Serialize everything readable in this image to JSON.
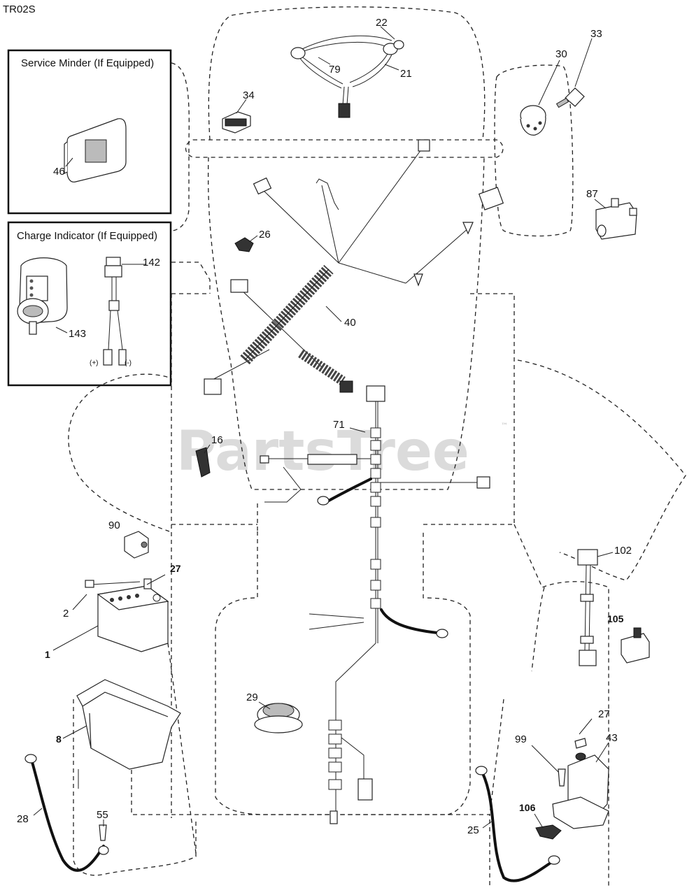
{
  "diagram_code": "TR02S",
  "insets": {
    "service_minder": {
      "title": "Service Minder (If Equipped)"
    },
    "charge_indicator": {
      "title": "Charge Indicator (If Equipped)",
      "pos_label": "(+)",
      "neg_label": "(-)"
    }
  },
  "watermark": {
    "text": "PartsTree",
    "tm": "™"
  },
  "callouts": {
    "c22": "22",
    "c79": "79",
    "c21": "21",
    "c34": "34",
    "c33": "33",
    "c30": "30",
    "c87": "87",
    "c46": "46",
    "c26": "26",
    "c142": "142",
    "c143": "143",
    "c40": "40",
    "c71": "71",
    "c16": "16",
    "c90": "90",
    "c27a": "27",
    "c2": "2",
    "c1": "1",
    "c8": "8",
    "c29": "29",
    "c102": "102",
    "c105": "105",
    "c27b": "27",
    "c43": "43",
    "c99": "99",
    "c106": "106",
    "c28": "28",
    "c55": "55",
    "c25": "25"
  }
}
